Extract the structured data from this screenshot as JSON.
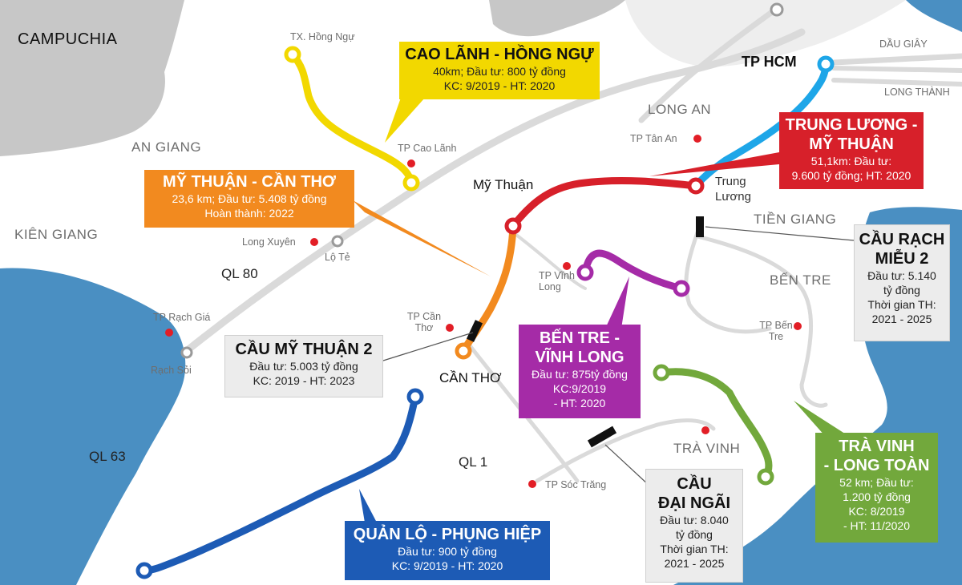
{
  "regions": {
    "campuchia": "CAMPUCHIA",
    "an_giang": "AN GIANG",
    "kien_giang": "KIÊN GIANG",
    "long_an": "LONG AN",
    "tien_giang": "TIỀN GIANG",
    "ben_tre": "BẾN TRE",
    "tra_vinh": "TRÀ VINH"
  },
  "places": {
    "tx_hong_ngu": "TX. Hồng Ngự",
    "tp_cao_lanh": "TP Cao Lãnh",
    "long_xuyen": "Long Xuyên",
    "lo_te": "Lộ Tẻ",
    "tp_rach_gia": "TP Rạch Giá",
    "rach_soi": "Rạch Sỏi",
    "tp_can_tho": "TP Cần Thơ",
    "can_tho": "CẦN THƠ",
    "my_thuan": "Mỹ Thuận",
    "tp_vinh_long": "TP Vĩnh Long",
    "tp_tan_an": "TP Tân An",
    "trung_luong": "Trung Lương",
    "tp_hcm": "TP HCM",
    "dau_giay": "DẦU GIÂY",
    "long_thanh": "LONG THÀNH",
    "tp_ben_tre": "TP Bến Tre",
    "tp_soc_trang": "TP Sóc Trăng"
  },
  "roads": {
    "ql80": "QL 80",
    "ql63": "QL 63",
    "ql1": "QL 1"
  },
  "projects": {
    "cao_lanh_hong_ngu": {
      "title": "CAO LÃNH - HỒNG NGỰ",
      "line1": "40km; Đầu tư: 800 tỷ đồng",
      "line2": "KC: 9/2019  - HT: 2020",
      "color": "#f2d800"
    },
    "my_thuan_can_tho": {
      "title": "MỸ THUẬN - CẦN THƠ",
      "line1": "23,6 km; Đầu tư: 5.408 tỷ đồng",
      "line2": "Hoàn thành: 2022",
      "color": "#f28a1f"
    },
    "trung_luong_my_thuan": {
      "title1": "TRUNG LƯƠNG -",
      "title2": "MỸ THUẬN",
      "line1": "51,1km: Đầu tư:",
      "line2": "9.600 tỷ đồng;  HT: 2020",
      "color": "#d7202a"
    },
    "ben_tre_vinh_long": {
      "title1": "BẾN TRE -",
      "title2": "VĨNH LONG",
      "line1": "Đầu tư: 875tỷ đồng",
      "line2": "KC:9/2019",
      "line3": " - HT: 2020",
      "color": "#a52ba7"
    },
    "tra_vinh_long_toan": {
      "title1": "TRÀ VINH",
      "title2": "- LONG TOÀN",
      "line1": "52 km; Đầu tư:",
      "line2": "1.200 tỷ đồng",
      "line3": "KC: 8/2019",
      "line4": " - HT: 11/2020",
      "color": "#72a83c"
    },
    "quan_lo_phung_hiep": {
      "title": "QUẢN LỘ - PHỤNG HIỆP",
      "line1": "Đầu tư: 900 tỷ đồng",
      "line2": "KC: 9/2019  - HT: 2020",
      "color": "#1d5bb5"
    },
    "hcm_trung_luong": {
      "color": "#1ea6e8"
    }
  },
  "bridges": {
    "my_thuan_2": {
      "title": "CẦU MỸ THUẬN 2",
      "line1": "Đầu tư: 5.003 tỷ đồng",
      "line2": "KC: 2019 - HT: 2023"
    },
    "rach_mieu_2": {
      "title1": "CẦU RẠCH",
      "title2": "MIỄU 2",
      "line1": "Đầu tư: 5.140",
      "line2": "tỷ đồng",
      "line3": "Thời gian TH:",
      "line4": "2021 - 2025"
    },
    "dai_ngai": {
      "title1": "CẦU",
      "title2": "ĐẠI NGÃI",
      "line1": "Đầu tư: 8.040",
      "line2": "tỷ đồng",
      "line3": "Thời gian TH:",
      "line4": "2021 - 2025"
    }
  },
  "colors": {
    "sea": "#4a8fc2",
    "cambodia": "#c7c7c7",
    "road": "#dcdcdc",
    "city_dot": "#e21e26",
    "bridge_box": "#ececec"
  }
}
